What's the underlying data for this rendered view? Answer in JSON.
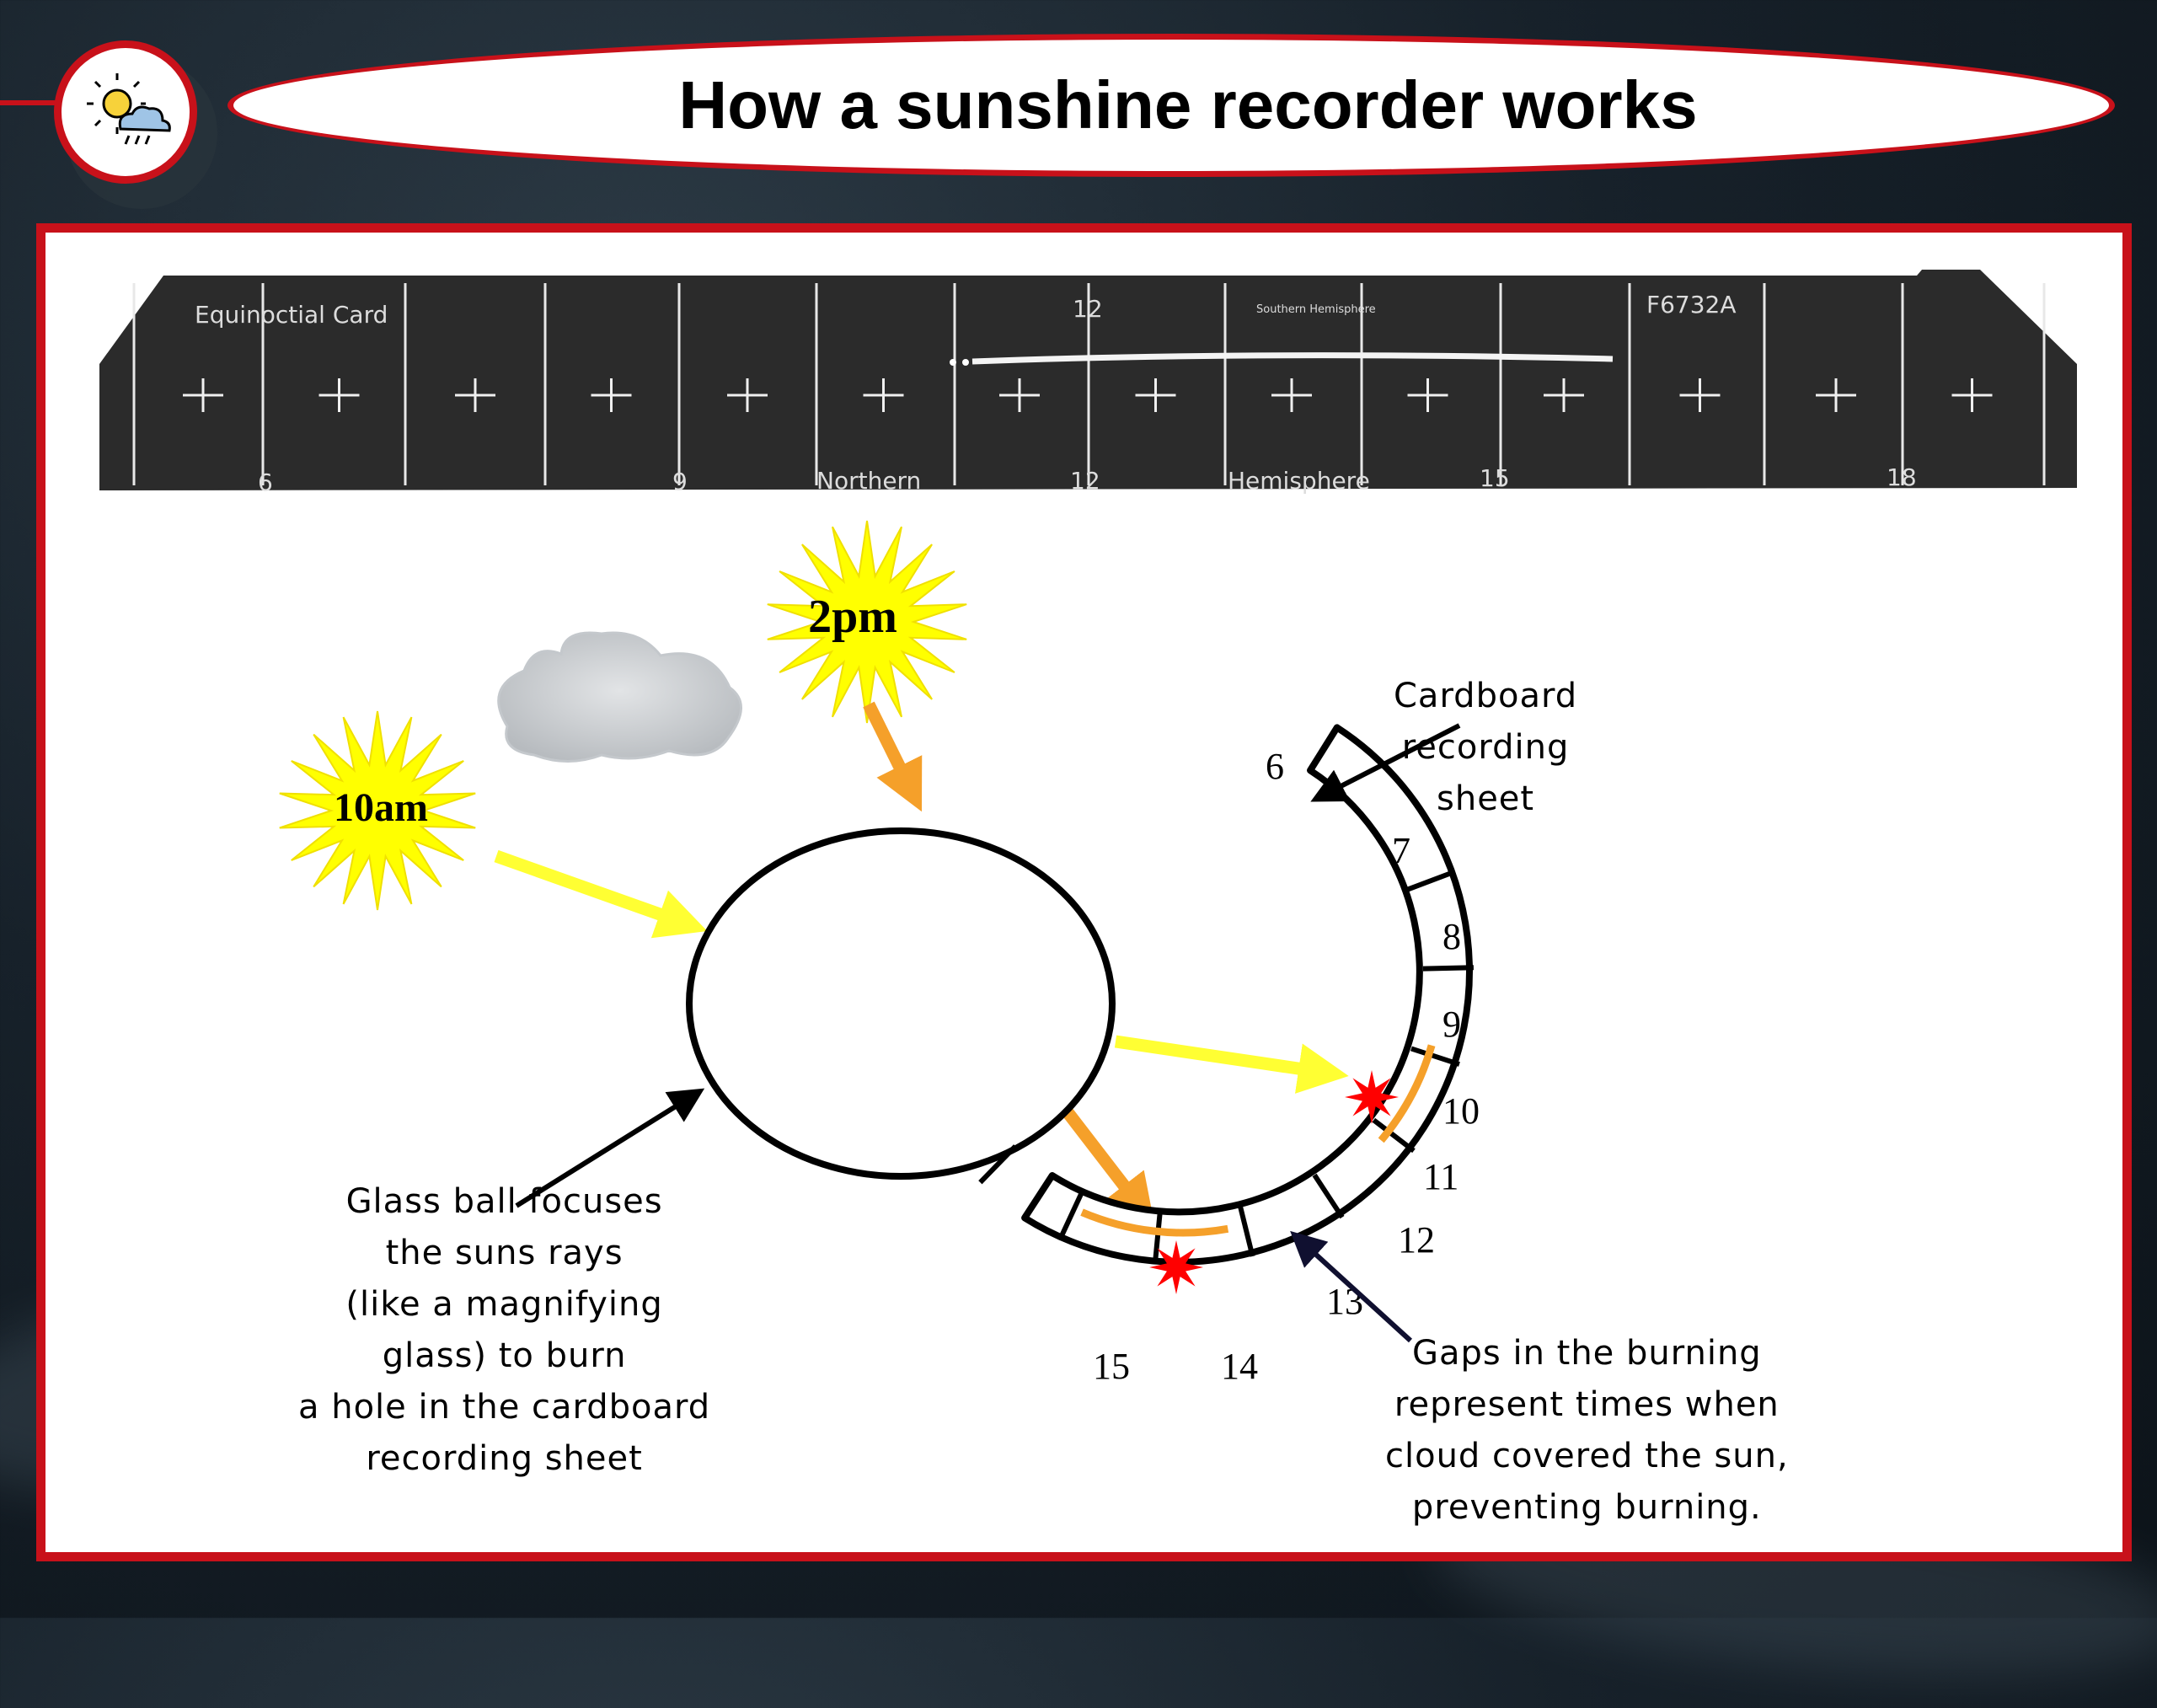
{
  "title": "How a sunshine recorder works",
  "icon": "weather-sun-cloud-rain-icon",
  "colors": {
    "accent": "#c8111a",
    "sun": "#ffff00",
    "ray_yellow": "#ffff33",
    "ray_orange": "#f5a02a",
    "burn": "#ff0000"
  },
  "card": {
    "header_left": "Equinoctial Card",
    "header_center": "12",
    "header_mid_small": "Southern Hemisphere",
    "header_code": "F6732A",
    "bottom_left_hour": "6",
    "bottom_hour_9": "9",
    "bottom_northern": "Northern",
    "bottom_hour_12": "12",
    "bottom_hemisphere": "Hemisphere",
    "bottom_hour_15": "15",
    "bottom_hour_18": "18"
  },
  "suns": [
    {
      "label": "2pm"
    },
    {
      "label": "10am"
    }
  ],
  "sheet_hours": [
    "6",
    "7",
    "8",
    "9",
    "10",
    "11",
    "12",
    "13",
    "14",
    "15"
  ],
  "labels": {
    "cardboard": "Cardboard\nrecording\nsheet",
    "glass_ball": "Glass ball focuses\nthe suns rays\n(like a magnifying\nglass) to burn\na hole in the cardboard\nrecording sheet",
    "gaps": "Gaps in the burning\nrepresent times when\ncloud covered the sun,\npreventing burning."
  }
}
